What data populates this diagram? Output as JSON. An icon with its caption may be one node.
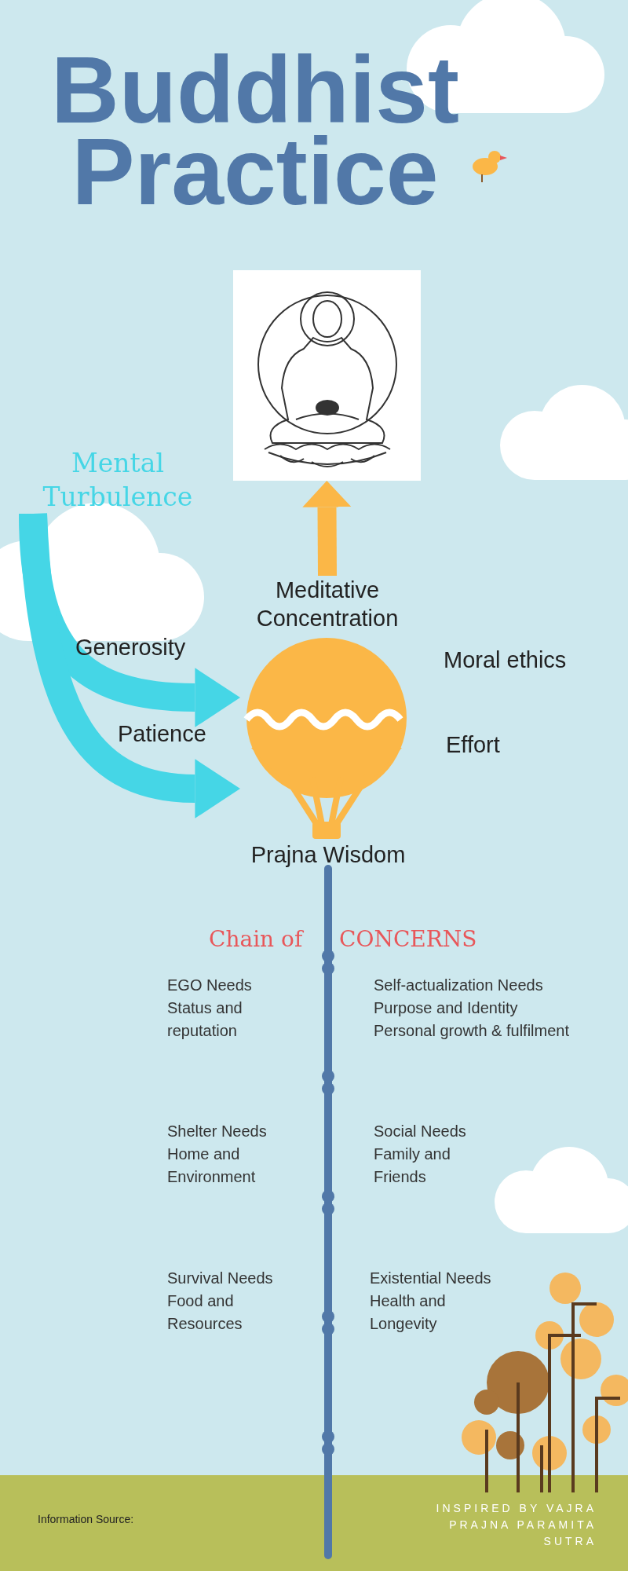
{
  "diagram": {
    "title": "Buddhist Practice",
    "nodes": [
      {
        "text": [],
        "shape": "picture"
      },
      {
        "text": [
          "Mental Turbulence"
        ]
      },
      {
        "text": [
          "Meditative Concentration"
        ]
      },
      {
        "text": [],
        "shape": "picture"
      }
    ],
    "edges": [
      {
        "from": 2,
        "to": 0,
        "arrow": "to",
        "color": "#fbb747"
      },
      {
        "from": 1,
        "to": 3,
        "arrow": "to",
        "color": "#45d6e6"
      },
      {
        "from": 1,
        "to": 3,
        "arrow": "to",
        "color": "#45d6e6"
      }
    ],
    "labels": [
      "Generosity",
      "Moral ethics",
      "Patience",
      "Effort",
      "Prajna Wisdom",
      "Chain of",
      "CONCERNS",
      "EGO Needs",
      "Status and reputation",
      "Self-actualization Needs",
      "Purpose and Identity",
      "Personal growth & fulfilment",
      "Shelter Needs",
      "Home and Environment",
      "Social Needs",
      "Family and Friends",
      "Survival Needs",
      "Food and Resources",
      "Existential Needs",
      "Health and Longevity",
      "Information Source:",
      "INSPIRED BY VAJRA PRAJNA PARAMITA SUTRA"
    ]
  }
}
